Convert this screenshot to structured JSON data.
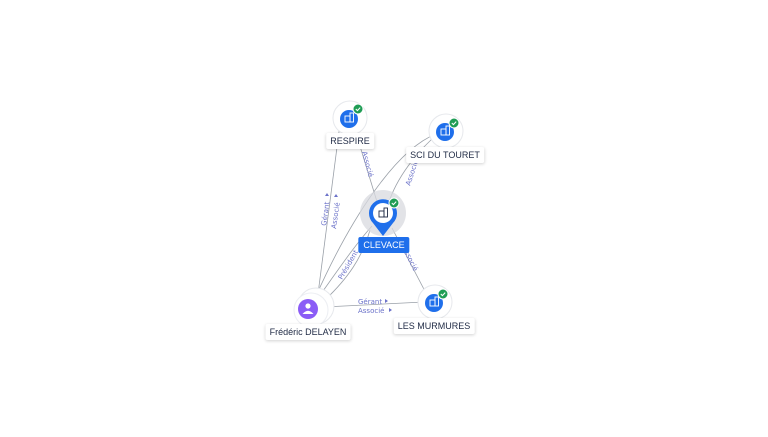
{
  "graph": {
    "center": {
      "label": "CLEVACE",
      "verified": true,
      "icon": "building-icon"
    },
    "companies": [
      {
        "key": "respire",
        "label": "RESPIRE",
        "verified": true,
        "icon": "building-icon"
      },
      {
        "key": "sci",
        "label": "SCI DU TOURET",
        "verified": true,
        "icon": "building-icon"
      },
      {
        "key": "murmures",
        "label": "LES MURMURES",
        "verified": true,
        "icon": "building-icon"
      }
    ],
    "person": {
      "label": "Frédéric DELAYEN",
      "icon": "person-icon"
    },
    "edge_labels": {
      "respire_center": "Associé",
      "sci_center": "Associé",
      "center_murmures": "Associé",
      "person_respire_a": "Gérant",
      "person_respire_b": "Associé",
      "person_center": "Président",
      "person_murmures_a": "Gérant",
      "person_murmures_b": "Associé"
    },
    "colors": {
      "edge": "#9aa0a8",
      "edge_text": "#6b72c9",
      "node_blue": "#1f6feb",
      "check_green": "#1f9d55",
      "person_purple": "#8b5cf6",
      "label_text": "#1f2a44"
    }
  }
}
